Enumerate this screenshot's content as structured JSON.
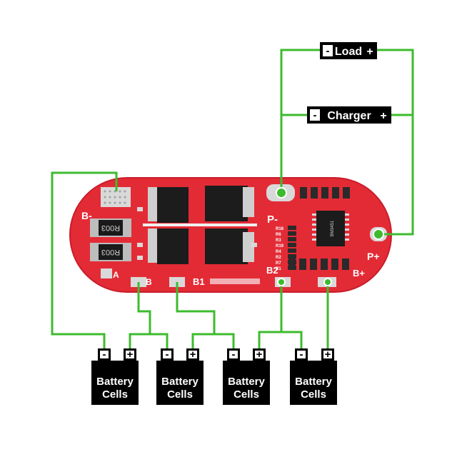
{
  "labels": {
    "load": {
      "minus": "-",
      "name": "Load",
      "plus": "+"
    },
    "charger": {
      "minus": "-",
      "name": "Charger",
      "plus": "+"
    }
  },
  "board": {
    "pad_b_minus": "B-",
    "pad_p_minus": "P-",
    "pad_p_plus": "P+",
    "pad_b_plus": "B+",
    "pad_a": "A",
    "pad_b": "B",
    "pad_b1": "B1",
    "pad_b2": "B2",
    "resistor_top": "R003",
    "resistor_bottom": "R003",
    "resistor_refs": [
      "R18",
      "R6",
      "R3",
      "R19",
      "R4",
      "R2",
      "R7",
      "R1"
    ],
    "ic_label": "BM3451"
  },
  "batteries": [
    {
      "minus": "-",
      "plus": "+",
      "line1": "Battery",
      "line2": "Cells"
    },
    {
      "minus": "-",
      "plus": "+",
      "line1": "Battery",
      "line2": "Cells"
    },
    {
      "minus": "-",
      "plus": "+",
      "line1": "Battery",
      "line2": "Cells"
    },
    {
      "minus": "-",
      "plus": "+",
      "line1": "Battery",
      "line2": "Cells"
    }
  ],
  "colors": {
    "wire": "#3dbb2e",
    "pcb": "#e32b36",
    "pcb_edge": "#c91d2a",
    "label_bg": "#000000",
    "label_text": "#ffffff"
  }
}
